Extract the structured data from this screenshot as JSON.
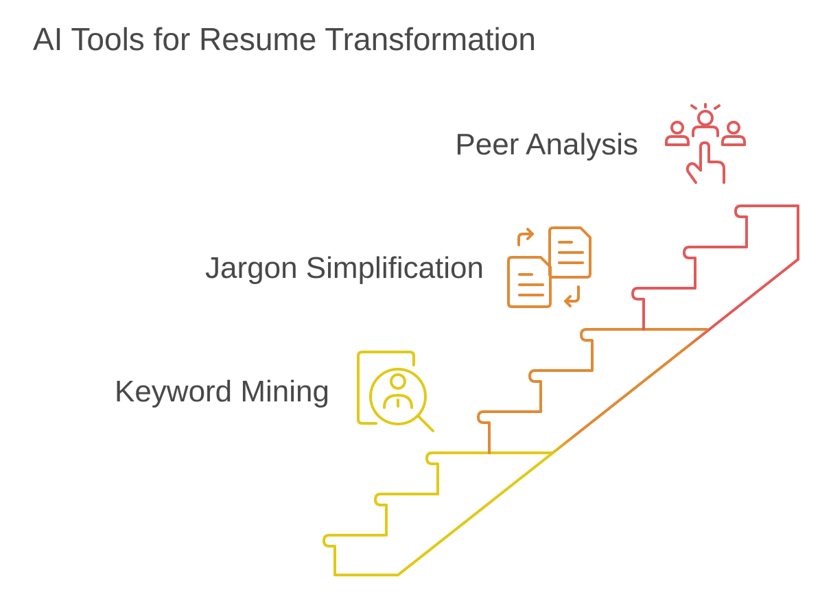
{
  "title": "AI Tools for Resume Transformation",
  "steps": [
    {
      "label": "Keyword Mining",
      "icon": "person-magnifier-icon",
      "color": "#E1C919"
    },
    {
      "label": "Jargon Simplification",
      "icon": "document-swap-icon",
      "color": "#E08A35"
    },
    {
      "label": "Peer Analysis",
      "icon": "team-select-icon",
      "color": "#E05A5A"
    }
  ]
}
